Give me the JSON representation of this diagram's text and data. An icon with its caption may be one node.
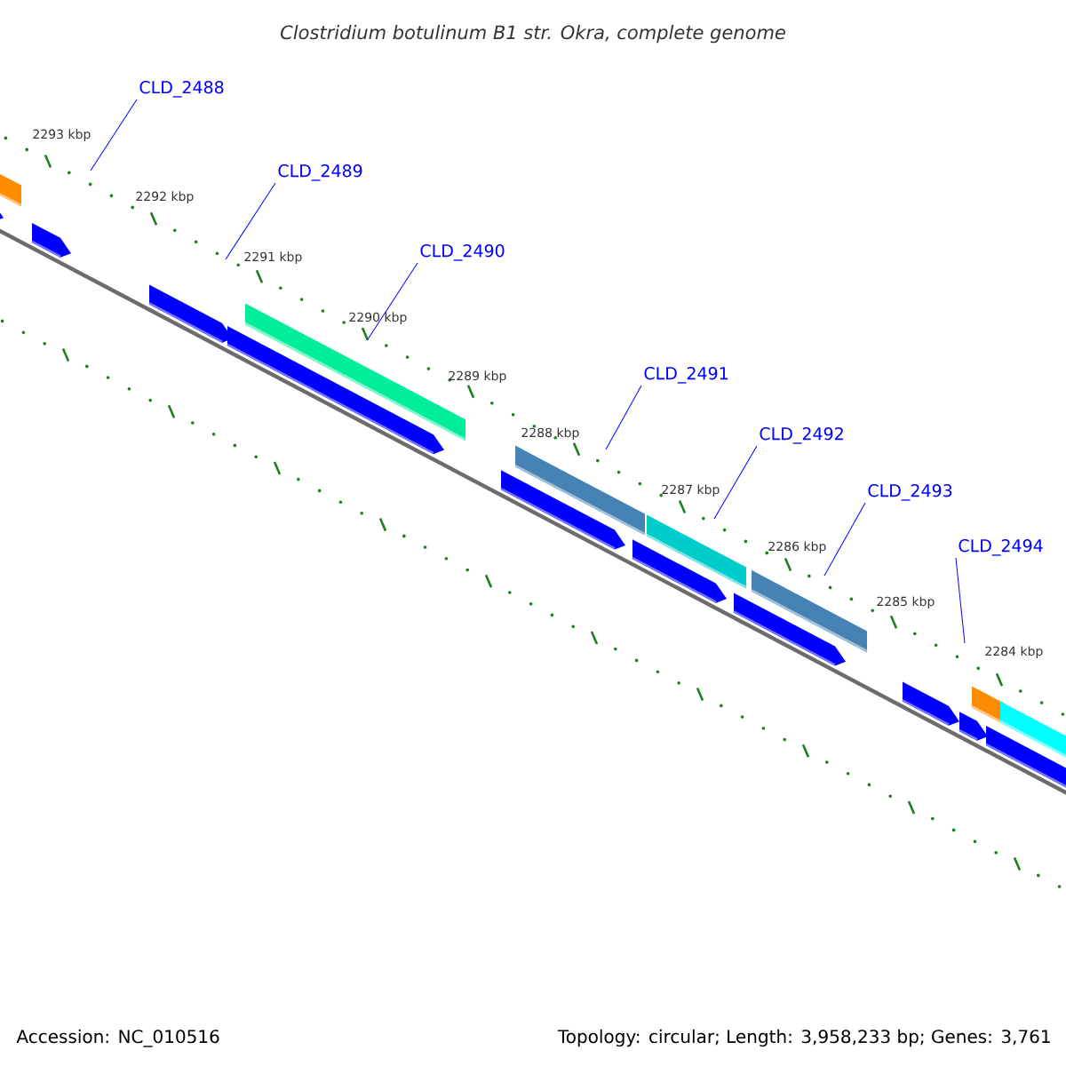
{
  "diagram": {
    "title": "Clostridium botulinum B1 str. Okra, complete genome",
    "nodes": [
      {
        "text": [
          "CLD_2488"
        ]
      },
      {
        "text": [
          "CLD_2489"
        ]
      },
      {
        "text": [
          "CLD_2490"
        ]
      },
      {
        "text": [
          "CLD_2491"
        ]
      },
      {
        "text": [
          "CLD_2492"
        ]
      },
      {
        "text": [
          "CLD_2493"
        ]
      },
      {
        "text": [
          "CLD_2494"
        ]
      }
    ],
    "edges": [
      {
        "from": 0,
        "to": null,
        "arrow": "none"
      },
      {
        "from": 1,
        "to": null,
        "arrow": "none"
      },
      {
        "from": 2,
        "to": null,
        "arrow": "none"
      },
      {
        "from": 3,
        "to": null,
        "arrow": "none"
      },
      {
        "from": 4,
        "to": null,
        "arrow": "none"
      },
      {
        "from": 5,
        "to": null,
        "arrow": "none"
      },
      {
        "from": 6,
        "to": null,
        "arrow": "none"
      }
    ],
    "labels": [
      "2293 kbp",
      "2292 kbp",
      "2291 kbp",
      "2290 kbp",
      "2289 kbp",
      "2288 kbp",
      "2287 kbp",
      "2286 kbp",
      "2285 kbp",
      "2284 kbp",
      "Accession: NC_010516",
      "Topology: circular; Length: 3,958,233 bp; Genes: 3,761"
    ]
  }
}
